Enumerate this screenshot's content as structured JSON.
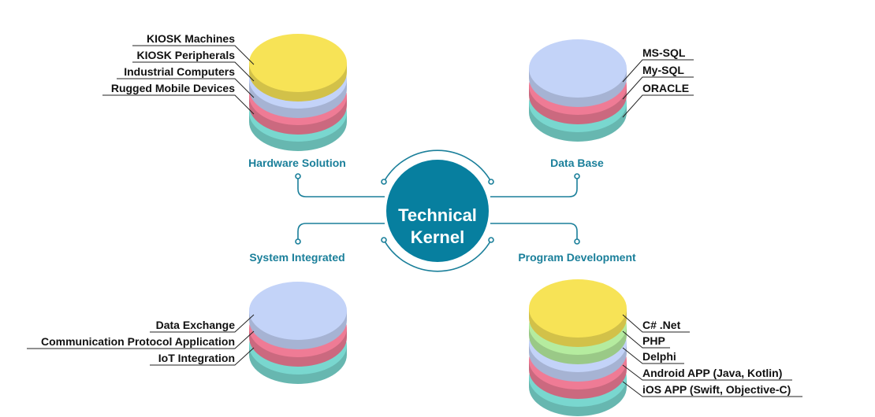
{
  "center": {
    "line1": "Technical",
    "line2": "Kernel",
    "color": "#077f9f"
  },
  "sections": {
    "hardware": {
      "title": "Hardware Solution",
      "items": [
        "KIOSK Machines",
        "KIOSK Peripherals",
        "Industrial Computers",
        "Rugged Mobile Devices"
      ]
    },
    "database": {
      "title": "Data Base",
      "items": [
        "MS-SQL",
        "My-SQL",
        "ORACLE"
      ]
    },
    "system": {
      "title": "System Integrated",
      "items": [
        "Data Exchange",
        "Communication Protocol Application",
        "IoT Integration"
      ]
    },
    "program": {
      "title": "Program Development",
      "items": [
        "C# .Net",
        "PHP",
        "Delphi",
        "Android APP (Java, Kotlin)",
        "iOS APP (Swift, Objective-C)"
      ]
    }
  },
  "colors": {
    "yellow": "#f7e356",
    "blue": "#c3d3f8",
    "pink": "#ef7b95",
    "teal": "#79d7cf",
    "green": "#b5ec9f",
    "accent": "#1a7f9a"
  }
}
